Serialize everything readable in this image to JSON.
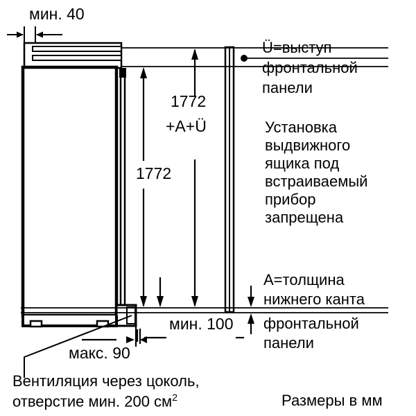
{
  "drawing": {
    "title_note_bottom_left": "Вентиляция через цоколь,",
    "title_note_bottom_left_2_pre": "отверстие мин. 200 см",
    "title_note_bottom_left_2_sup": "2",
    "units_note": "Размеры в мм",
    "stroke_color": "#000000",
    "background_color": "#ffffff"
  },
  "dimensions": {
    "min_40": "мин. 40",
    "height_total": "1772",
    "height_total_plus": "+A+Ü",
    "height_niche": "1772",
    "min_100": "мин. 100",
    "max_90": "макс. 90"
  },
  "annotations": {
    "u_line1": "Ü=выступ",
    "u_line2": "фронтальной",
    "u_line3": "панели",
    "install_line1": "Установка",
    "install_line2": "выдвижного",
    "install_line3": "ящика под",
    "install_line4": "встраиваемый",
    "install_line5": "прибор",
    "install_line6": "запрещена",
    "a_line1": "А=толщина",
    "a_line2": "нижнего канта",
    "a_line3": "фронтальной",
    "a_line4": "панели"
  }
}
